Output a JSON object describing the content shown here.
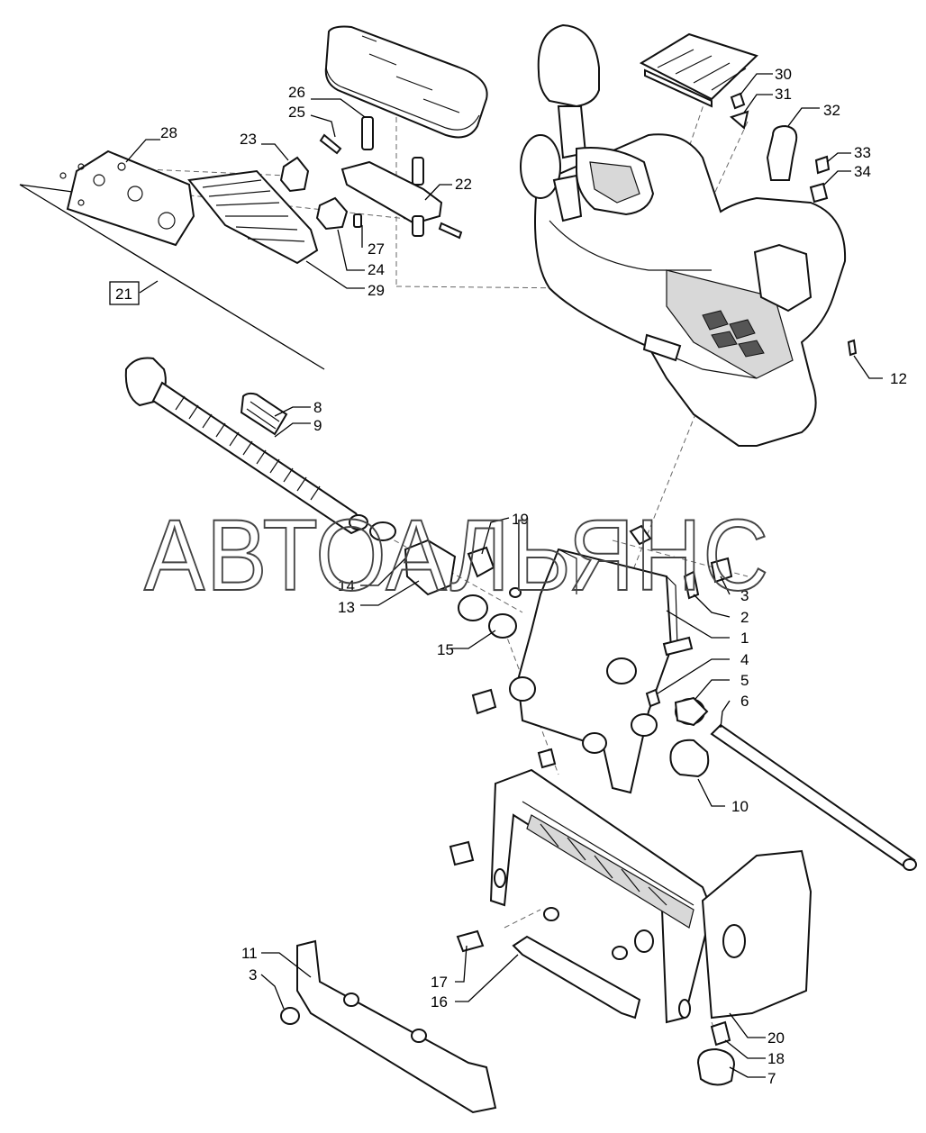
{
  "watermark": "АВТОАЛЬЯНС",
  "callouts": {
    "c1": "1",
    "c2": "2",
    "c3a": "3",
    "c3b": "3",
    "c4": "4",
    "c5": "5",
    "c6": "6",
    "c7": "7",
    "c8": "8",
    "c9": "9",
    "c10": "10",
    "c11": "11",
    "c12": "12",
    "c13": "13",
    "c14": "14",
    "c15": "15",
    "c16": "16",
    "c17": "17",
    "c18": "18",
    "c19": "19",
    "c20": "20",
    "c21": "21",
    "c22": "22",
    "c23": "23",
    "c24": "24",
    "c25": "25",
    "c26": "26",
    "c27": "27",
    "c28": "28",
    "c29": "29",
    "c30": "30",
    "c31": "31",
    "c32": "32",
    "c33": "33",
    "c34": "34"
  }
}
